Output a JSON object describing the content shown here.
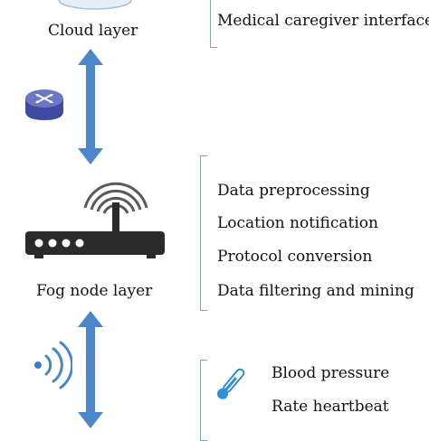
{
  "cloud_layer": {
    "label": "Cloud layer"
  },
  "cloud_functions": [
    "Medical caregiver interface"
  ],
  "fog_layer": {
    "label": "Fog node layer"
  },
  "fog_functions": [
    "Data preprocessing",
    "Location notification",
    "Protocol conversion",
    "Data filtering and mining"
  ],
  "sensor_functions": [
    "Blood pressure",
    "Rate heartbeat"
  ],
  "colors": {
    "arrow": "#4a86c8",
    "bracket": "#7aa6d6",
    "router_top": "#6d78c4",
    "router_body": "#3f4aa0",
    "fog_device": "#2a2a2a",
    "wave": "#5a5a5a",
    "thermo": "#2f8fd0"
  },
  "icons": [
    "cloud-icon",
    "router-icon",
    "fog-node-device-icon",
    "wireless-signal-icon",
    "thermometer-icon"
  ]
}
